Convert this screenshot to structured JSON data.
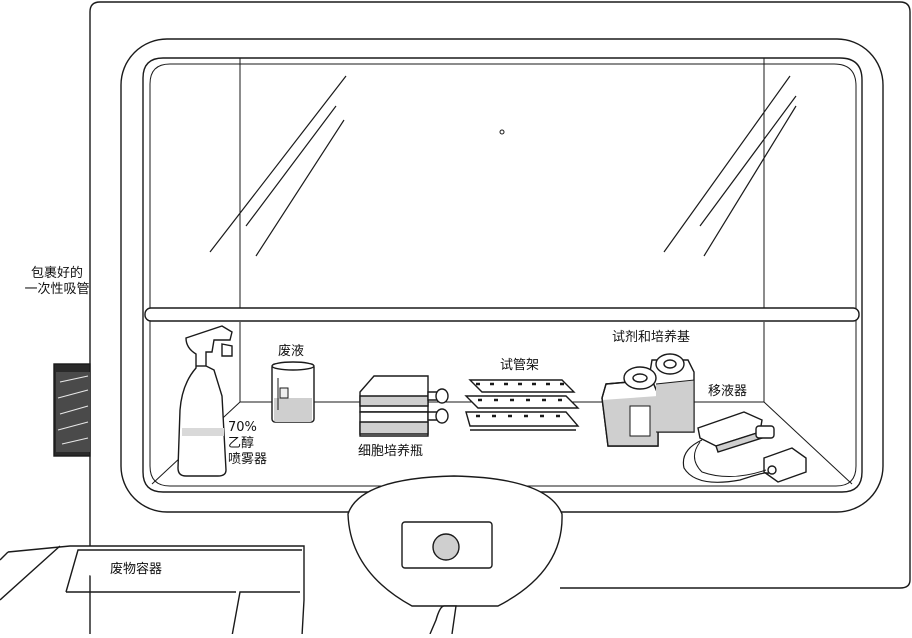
{
  "labels": {
    "wrapped_pipettes": [
      "包裹好的",
      "一次性吸管"
    ],
    "ethanol_spray": [
      "70%",
      "乙醇",
      "喷雾器"
    ],
    "waste_liquid": "废液",
    "culture_flasks": "细胞培养瓶",
    "tube_rack": "试管架",
    "reagents_media": "试剂和培养基",
    "pipettor": "移液器",
    "waste_container": "废物容器"
  }
}
